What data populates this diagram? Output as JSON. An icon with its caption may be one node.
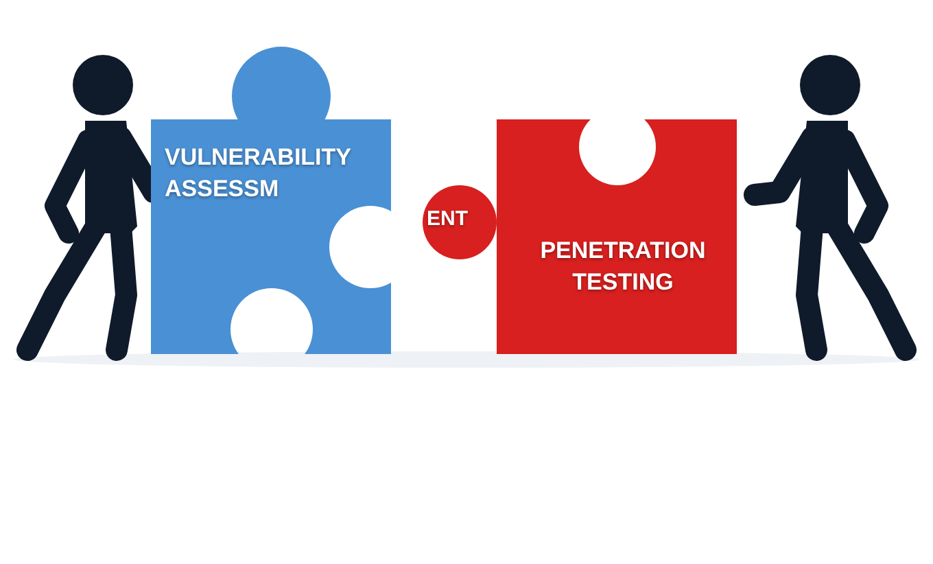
{
  "diagram": {
    "nodes": [
      {
        "text": [
          "VULNERABILITY ASSESSM"
        ]
      },
      {
        "text": [
          "ENT",
          "PENETRATION TESTING"
        ]
      }
    ]
  }
}
